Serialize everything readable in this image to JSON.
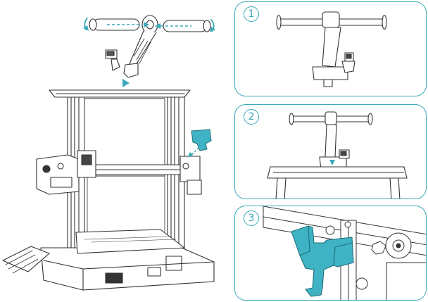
{
  "steps": [
    {
      "number": "1"
    },
    {
      "number": "2"
    },
    {
      "number": "3"
    }
  ],
  "colors": {
    "accent": "#3aa9b8",
    "line": "#333333",
    "bracket": "#3fb3c4"
  },
  "icons": [
    "rotate-arrow-icon",
    "insert-arrow-icon",
    "step-number-badge"
  ]
}
